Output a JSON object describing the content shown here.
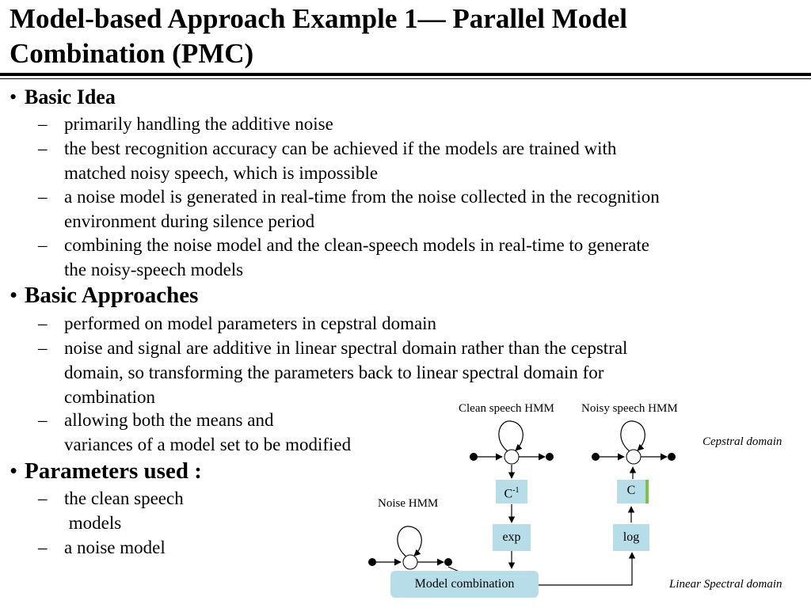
{
  "slide": {
    "title_line1": "Model-based Approach Example 1— Parallel Model",
    "title_line2": "Combination (PMC)"
  },
  "sections": [
    {
      "heading": "Basic Idea",
      "items": [
        [
          "primarily handling the additive noise"
        ],
        [
          "the best recognition accuracy can be achieved if the models are trained with",
          "matched noisy speech, which is impossible"
        ],
        [
          "a noise model is generated in real-time from the noise collected in the recognition",
          "environment during silence period"
        ],
        [
          "combining the noise model and the clean-speech models in real-time to generate",
          "the noisy-speech models"
        ]
      ]
    },
    {
      "heading": "Basic Approaches",
      "items": [
        [
          "performed on model parameters in cepstral domain"
        ],
        [
          "noise and signal are additive in linear spectral domain rather than the cepstral",
          "domain, so transforming the parameters back to linear spectral domain for",
          "combination"
        ],
        [
          "allowing both the means and",
          "variances of a model set to be modified"
        ]
      ]
    },
    {
      "heading": "Parameters used :",
      "items": [
        [
          "the clean speech",
          " models"
        ],
        [
          "a noise model"
        ]
      ]
    }
  ],
  "bullet_glyph": "•",
  "dash_glyph": "–",
  "diagram": {
    "clean_label": "Clean speech HMM",
    "noisy_label": "Noisy speech HMM",
    "noise_label": "Noise HMM",
    "cepstral_label": "Cepstral domain",
    "linear_label": "Linear Spectral domain",
    "c_inv_main": "C",
    "c_inv_sup": "-1",
    "c_label": "C",
    "exp_label": "exp",
    "log_label": "log",
    "combine_label": "Model combination",
    "box_color": "#b7dde8",
    "accent_color": "#7cc242"
  }
}
